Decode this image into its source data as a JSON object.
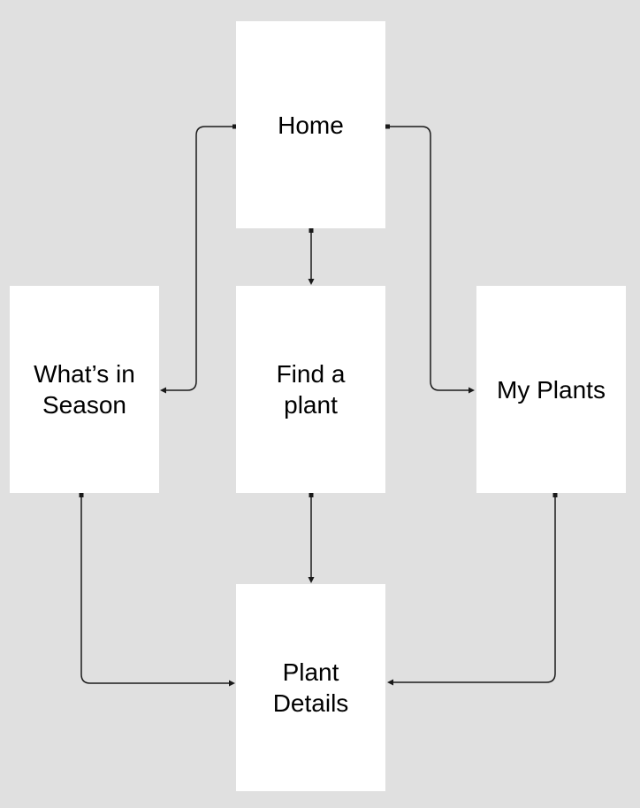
{
  "diagram": {
    "background_color": "#e0e0e0",
    "node_fill_color": "#ffffff",
    "connector_color": "#1a1a1a",
    "text_color": "#000000"
  },
  "nodes": [
    {
      "id": "home",
      "label": "Home"
    },
    {
      "id": "whats-in-season",
      "label": "What’s in\nSeason"
    },
    {
      "id": "find-a-plant",
      "label": "Find a\nplant"
    },
    {
      "id": "my-plants",
      "label": "My Plants"
    },
    {
      "id": "plant-details",
      "label": "Plant\nDetails"
    }
  ],
  "edges": [
    {
      "from": "Home",
      "to": "Find a plant"
    },
    {
      "from": "Home",
      "to": "What’s in Season"
    },
    {
      "from": "Home",
      "to": "My Plants"
    },
    {
      "from": "Find a plant",
      "to": "Plant Details"
    },
    {
      "from": "What’s in Season",
      "to": "Plant Details"
    },
    {
      "from": "My Plants",
      "to": "Plant Details"
    }
  ]
}
